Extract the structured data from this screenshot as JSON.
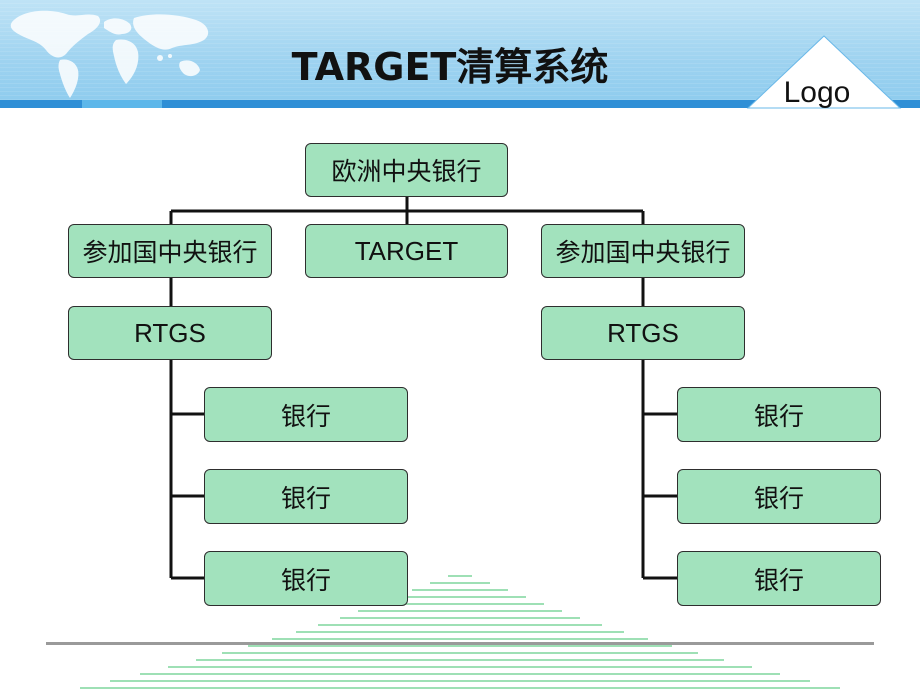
{
  "header": {
    "title": "TARGET清算系统",
    "logo_label": "Logo"
  },
  "diagram": {
    "root": "欧洲中央银行",
    "left_central_bank": "参加国中央银行",
    "target": "TARGET",
    "right_central_bank": "参加国中央银行",
    "left_rtgs": "RTGS",
    "right_rtgs": "RTGS",
    "left_banks": [
      "银行",
      "银行",
      "银行"
    ],
    "right_banks": [
      "银行",
      "银行",
      "银行"
    ]
  },
  "colors": {
    "node_fill": "#a2e2bd",
    "header_blue": "#9fd3f0",
    "accent_blue": "#2f8fd6"
  }
}
